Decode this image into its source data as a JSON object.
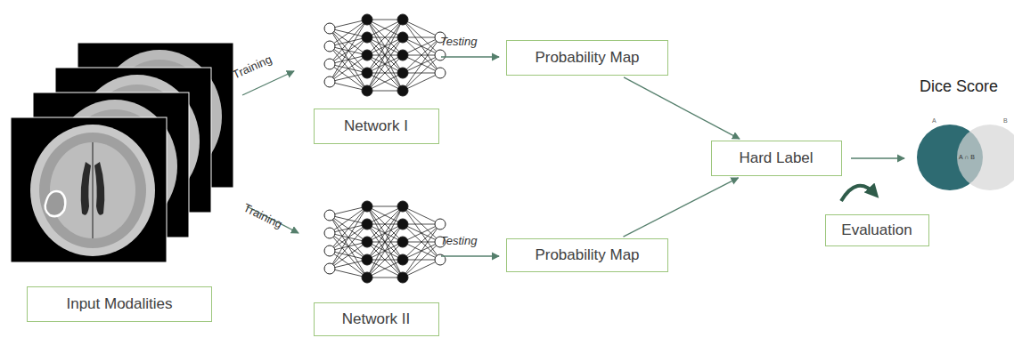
{
  "diagram": {
    "nodes": [
      {
        "text": [
          "Input Modalities"
        ]
      },
      {
        "text": [
          "Network I"
        ]
      },
      {
        "text": [
          "Network II"
        ]
      },
      {
        "text": [
          "Probability Map"
        ]
      },
      {
        "text": [
          "Probability Map"
        ]
      },
      {
        "text": [
          "Hard Label"
        ]
      },
      {
        "text": [
          "Evaluation"
        ]
      }
    ],
    "edges": [
      {
        "from": 3,
        "to": 5,
        "arrow": "to"
      },
      {
        "from": 4,
        "to": 5,
        "arrow": "to"
      }
    ],
    "labels": [
      "Training",
      "Training",
      "Testing",
      "Testing",
      "Dice Score",
      "A",
      "B",
      "A ∩ B"
    ]
  }
}
